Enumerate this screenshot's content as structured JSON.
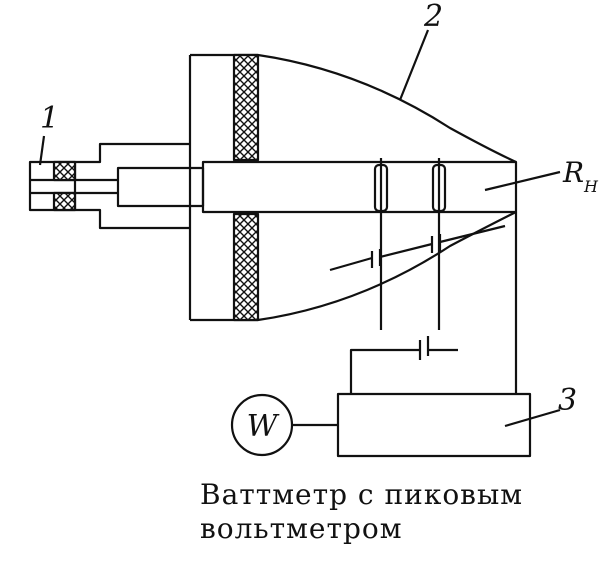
{
  "labels": {
    "coax_connector": "1",
    "horn_taper": "2",
    "peak_voltmeter": "3",
    "load_resistor": "R",
    "load_resistor_sub": "Н",
    "wattmeter": "W"
  },
  "caption": {
    "line1": "Ваттметр  с  пиковым",
    "line2": "вольтметром"
  },
  "colors": {
    "ink": "#111111",
    "paper": "#ffffff"
  }
}
